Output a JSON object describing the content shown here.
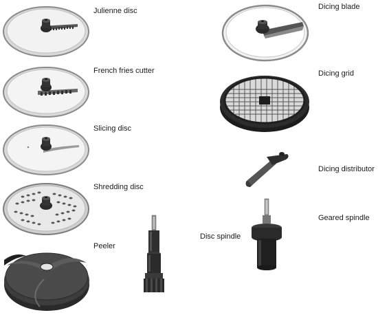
{
  "parts": [
    {
      "id": "julienne",
      "label": "Julienne disc",
      "icon": "julienne-disc-icon"
    },
    {
      "id": "french_fries",
      "label": "French fries cutter",
      "icon": "french-fries-cutter-icon"
    },
    {
      "id": "slicing",
      "label": "Slicing disc",
      "icon": "slicing-disc-icon"
    },
    {
      "id": "shredding",
      "label": "Shredding disc",
      "icon": "shredding-disc-icon"
    },
    {
      "id": "peeler",
      "label": "Peeler",
      "icon": "peeler-icon"
    },
    {
      "id": "disc_spindle",
      "label": "Disc spindle",
      "icon": "disc-spindle-icon"
    },
    {
      "id": "dicing_blade",
      "label": "Dicing blade",
      "icon": "dicing-blade-icon"
    },
    {
      "id": "dicing_grid",
      "label": "Dicing grid",
      "icon": "dicing-grid-icon"
    },
    {
      "id": "dicing_distributor",
      "label": "Dicing distributor",
      "icon": "dicing-distributor-icon"
    },
    {
      "id": "geared_spindle",
      "label": "Geared spindle",
      "icon": "geared-spindle-icon"
    }
  ]
}
